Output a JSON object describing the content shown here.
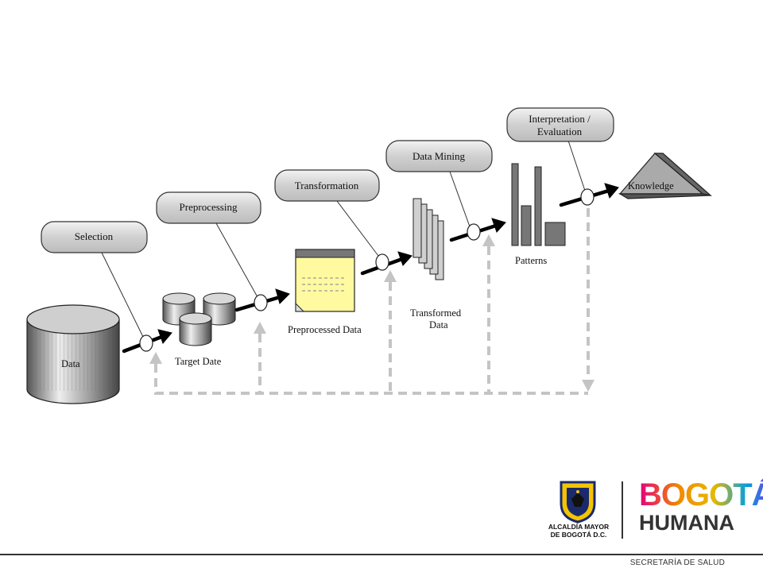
{
  "stages": {
    "selection": "Selection",
    "preprocessing": "Preprocessing",
    "transformation": "Transformation",
    "data_mining": "Data Mining",
    "interpretation_line1": "Interpretation /",
    "interpretation_line2": "Evaluation"
  },
  "artifacts": {
    "data": "Data",
    "target": "Target Date",
    "preprocessed": "Preprocessed Data",
    "transformed_line1": "Transformed",
    "transformed_line2": "Data",
    "patterns": "Patterns",
    "knowledge": "Knowledge"
  },
  "footer": {
    "alcaldia_line1": "ALCALDÍA MAYOR",
    "alcaldia_line2": "DE BOGOTÁ D.C.",
    "brand_word1": "BOGOTÁ",
    "brand_word2": "HUMANA",
    "secretaria": "SECRETARÍA DE SALUD"
  },
  "colors": {
    "arrow": "#000000",
    "feedback": "#bdbdbd",
    "note_fill": "#fffaa0",
    "brand_gradient": [
      "#e4007c",
      "#f18a00",
      "#ffcc00",
      "#00a0e0",
      "#8a2be2"
    ]
  }
}
